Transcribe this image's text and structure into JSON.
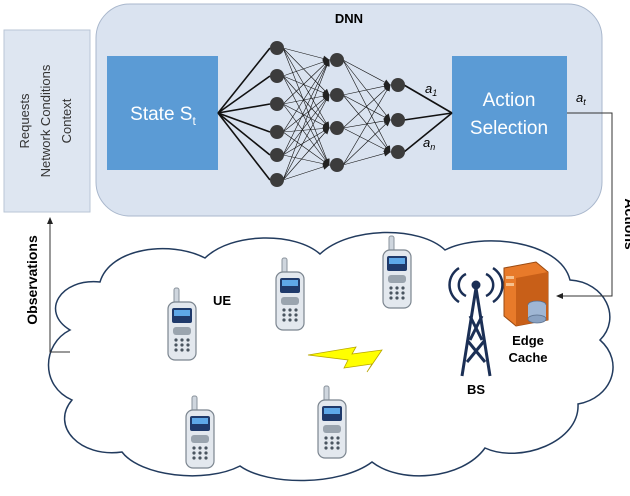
{
  "dnn": {
    "title": "DNN",
    "state_label": "State S",
    "state_sub": "t",
    "action_line1": "Action",
    "action_line2": "Selection",
    "out_a1": "a",
    "out_a1_sub": "1",
    "out_an": "a",
    "out_an_sub": "n"
  },
  "context": {
    "line1": "Requests",
    "line2": "Network Conditions",
    "line3": "Context"
  },
  "arrows": {
    "observations": "Observations",
    "actions": "Actions",
    "at": "a",
    "at_sub": "t"
  },
  "network": {
    "ue_label": "UE",
    "bs_label": "BS",
    "cache_line1": "Edge",
    "cache_line2": "Cache"
  },
  "colors": {
    "dnn_bg": "#dae3f0",
    "block": "#5b9bd5",
    "context_bg": "#dee6f1",
    "node": "#3c3c3c",
    "bolt": "#ffff00",
    "server": "#e87a2a"
  }
}
